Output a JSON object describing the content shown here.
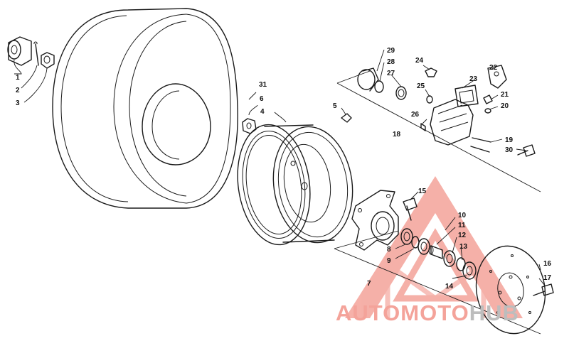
{
  "diagram": {
    "callouts": [
      {
        "id": "c1",
        "label": "1"
      },
      {
        "id": "c2",
        "label": "2"
      },
      {
        "id": "c3",
        "label": "3"
      },
      {
        "id": "c4",
        "label": "4"
      },
      {
        "id": "c5",
        "label": "5"
      },
      {
        "id": "c6",
        "label": "6"
      },
      {
        "id": "c7",
        "label": "7"
      },
      {
        "id": "c8",
        "label": "8"
      },
      {
        "id": "c9",
        "label": "9"
      },
      {
        "id": "c10",
        "label": "10"
      },
      {
        "id": "c11",
        "label": "11"
      },
      {
        "id": "c12",
        "label": "12"
      },
      {
        "id": "c13",
        "label": "13"
      },
      {
        "id": "c14",
        "label": "14"
      },
      {
        "id": "c15",
        "label": "15"
      },
      {
        "id": "c16",
        "label": "16"
      },
      {
        "id": "c17",
        "label": "17"
      },
      {
        "id": "c18",
        "label": "18"
      },
      {
        "id": "c19",
        "label": "19"
      },
      {
        "id": "c20",
        "label": "20"
      },
      {
        "id": "c21",
        "label": "21"
      },
      {
        "id": "c22",
        "label": "22"
      },
      {
        "id": "c23",
        "label": "23"
      },
      {
        "id": "c24",
        "label": "24"
      },
      {
        "id": "c25",
        "label": "25"
      },
      {
        "id": "c26",
        "label": "26"
      },
      {
        "id": "c27",
        "label": "27"
      },
      {
        "id": "c28",
        "label": "28"
      },
      {
        "id": "c29",
        "label": "29"
      },
      {
        "id": "c30",
        "label": "30"
      },
      {
        "id": "c31",
        "label": "31"
      }
    ]
  },
  "watermark": {
    "text_part1": "AUTOMOTO",
    "text_part2": "HUB",
    "color_primary": "#f4a39a",
    "color_secondary": "#bdbdbd"
  }
}
